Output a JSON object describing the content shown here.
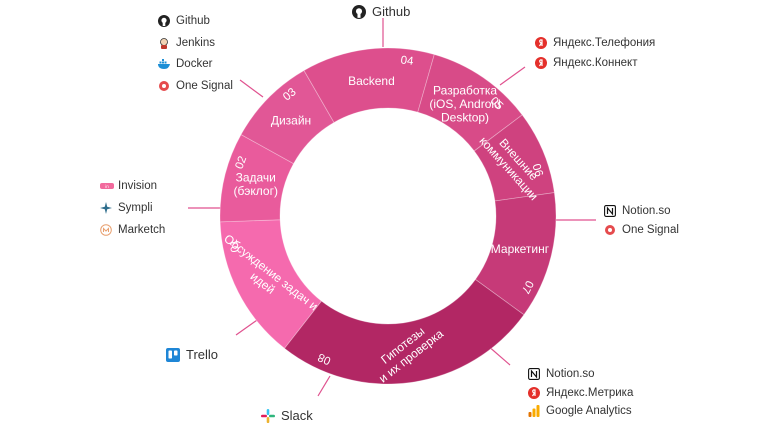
{
  "colors": {
    "c01": "#f56aae",
    "c02": "#e95b9c",
    "c03": "#e15796",
    "c04": "#dd4f8d",
    "c05": "#d84b88",
    "c06": "#cf427f",
    "c07": "#c63a78",
    "c08": "#b22764",
    "line": "#e0528f"
  },
  "segments": [
    {
      "num": "01",
      "label": [
        "Обсуждение задач и",
        "идей"
      ],
      "color_key": "c01"
    },
    {
      "num": "02",
      "label": [
        "Задачи",
        "(бэклог)"
      ],
      "color_key": "c02"
    },
    {
      "num": "03",
      "label": [
        "Дизайн"
      ],
      "color_key": "c03"
    },
    {
      "num": "04",
      "label": [
        "Backend"
      ],
      "color_key": "c04"
    },
    {
      "num": "05",
      "label": [
        "Разработка",
        "(iOS, Android",
        "Desktop)"
      ],
      "color_key": "c05"
    },
    {
      "num": "06",
      "label": [
        "Внешние",
        "коммуникации"
      ],
      "color_key": "c06"
    },
    {
      "num": "07",
      "label": [
        "Маркетинг"
      ],
      "color_key": "c07"
    },
    {
      "num": "08",
      "label": [
        "Гипотезы",
        "и их проверка"
      ],
      "color_key": "c08"
    }
  ],
  "tools": {
    "backend": [
      {
        "label": "Github",
        "icon": "github-icon"
      },
      {
        "label": "Jenkins",
        "icon": "jenkins-icon"
      },
      {
        "label": "Docker",
        "icon": "docker-icon"
      },
      {
        "label": "One Signal",
        "icon": "onesignal-icon"
      }
    ],
    "development": [
      {
        "label": "Github",
        "icon": "github-icon"
      }
    ],
    "communications": [
      {
        "label": "Яндекс.Телефония",
        "icon": "yandex-icon"
      },
      {
        "label": "Яндекс.Коннект",
        "icon": "yandex-icon"
      }
    ],
    "design": [
      {
        "label": "Invision",
        "icon": "invision-icon"
      },
      {
        "label": "Sympli",
        "icon": "sympli-icon"
      },
      {
        "label": "Marketch",
        "icon": "marketch-icon"
      }
    ],
    "marketing": [
      {
        "label": "Notion.so",
        "icon": "notion-icon"
      },
      {
        "label": "One Signal",
        "icon": "onesignal-icon"
      }
    ],
    "backlog": [
      {
        "label": "Trello",
        "icon": "trello-icon"
      }
    ],
    "discussion": [
      {
        "label": "Slack",
        "icon": "slack-icon"
      }
    ],
    "hypotheses": [
      {
        "label": "Notion.so",
        "icon": "notion-icon"
      },
      {
        "label": "Яндекс.Метрика",
        "icon": "yandex-icon"
      },
      {
        "label": "Google Analytics",
        "icon": "google-analytics-icon"
      }
    ]
  }
}
